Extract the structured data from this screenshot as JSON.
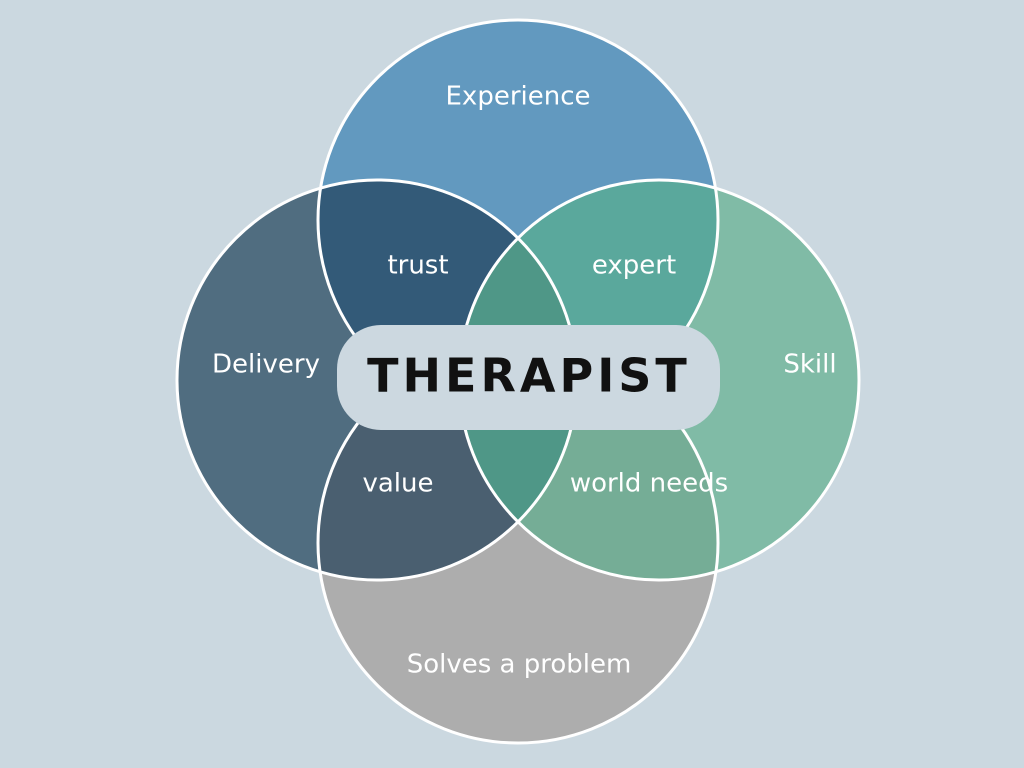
{
  "center": {
    "title": "THERAPIST"
  },
  "circles": {
    "top": {
      "label": "Experience",
      "color": "#6299bf"
    },
    "left": {
      "label": "Delivery",
      "color": "#506d80"
    },
    "right": {
      "label": "Skill",
      "color": "#80bba6"
    },
    "bottom": {
      "label": "Solves a problem",
      "color": "#adadad"
    }
  },
  "overlaps": {
    "top_left": {
      "label": "trust",
      "color": "#335a78"
    },
    "top_right": {
      "label": "expert",
      "color": "#5aa89c"
    },
    "bottom_left": {
      "label": "value",
      "color": "#4a5f70"
    },
    "bottom_right": {
      "label": "world needs",
      "color": "#75ad96"
    },
    "left_right": {
      "color": "#4f9787"
    }
  }
}
